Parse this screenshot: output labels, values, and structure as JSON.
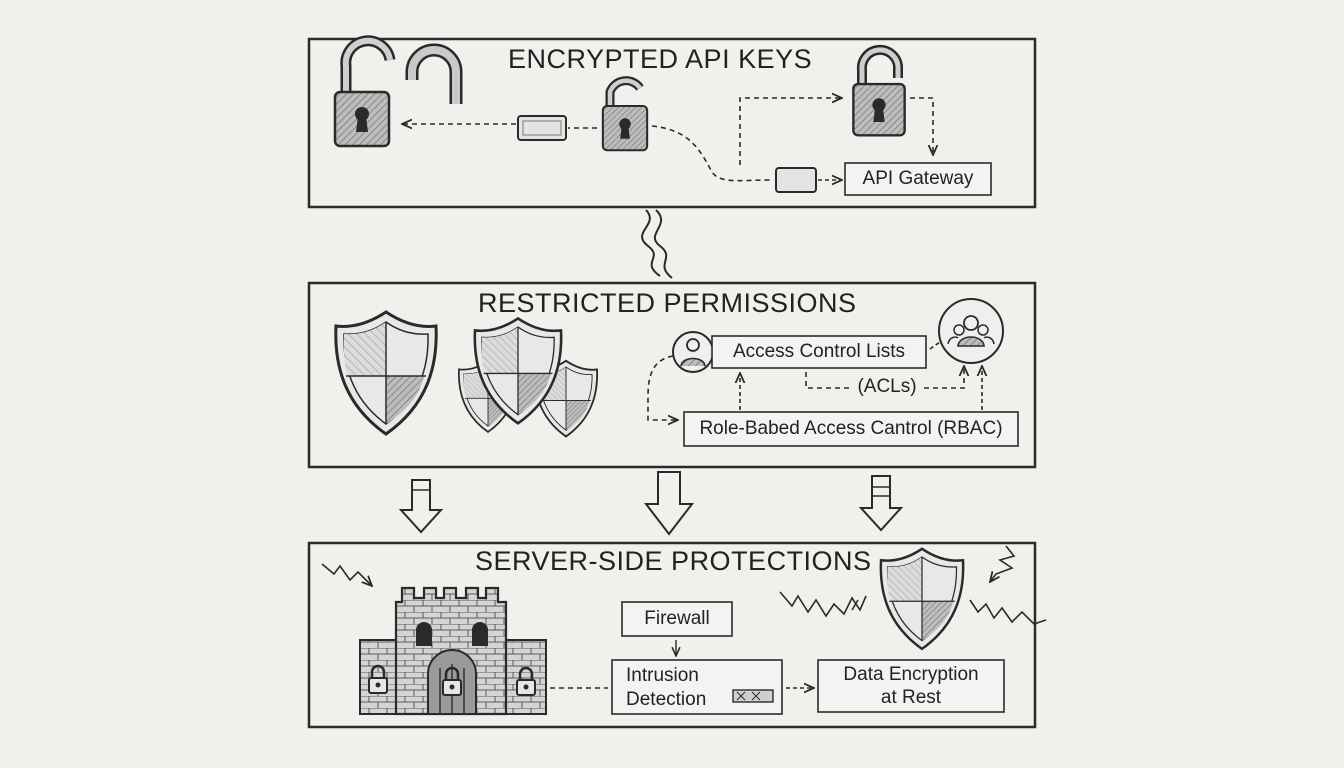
{
  "panels": {
    "encrypted": {
      "title": "ENCRYPTED API KEYS",
      "gateway_label": "API Gateway"
    },
    "restricted": {
      "title": "RESTRICTED PERMISSIONS",
      "acl_label": "Access Control Lists",
      "acl_abbrev": "(ACLs)",
      "rbac_label": "Role-Babed Access Cantrol (RBAC)"
    },
    "server": {
      "title": "SERVER-SIDE PROTECTIONS",
      "firewall_label": "Firewall",
      "intrusion_label_line1": "Intrusion",
      "intrusion_label_line2": "Detection",
      "encryption_label_line1": "Data Encryption",
      "encryption_label_line2": "at Rest"
    }
  },
  "colors": {
    "ink": "#2a2a2a",
    "paper": "#f1f0ec",
    "shade": "#9a9a9a"
  }
}
